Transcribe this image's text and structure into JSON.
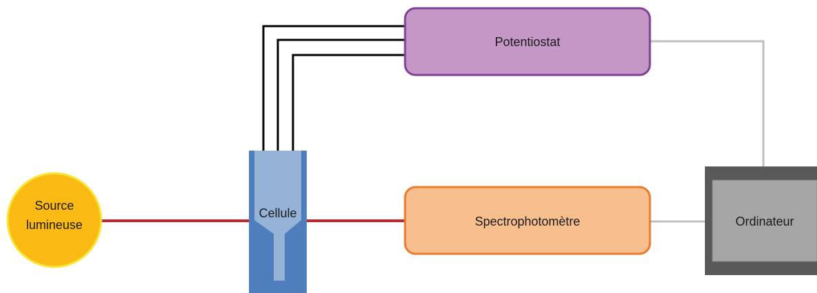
{
  "diagram": {
    "nodes": {
      "source": {
        "line1": "Source",
        "line2": "lumineuse"
      },
      "cellule": {
        "label": "Cellule"
      },
      "potentiostat": {
        "label": "Potentiostat"
      },
      "spectro": {
        "label": "Spectrophotomètre"
      },
      "ordinateur": {
        "label": "Ordinateur"
      }
    },
    "connections": [
      {
        "from": "source",
        "to": "cellule",
        "kind": "light-path"
      },
      {
        "from": "cellule",
        "to": "spectrophotometre",
        "kind": "light-path"
      },
      {
        "from": "cellule",
        "to": "potentiostat",
        "kind": "electrode-wire",
        "count": 3
      },
      {
        "from": "potentiostat",
        "to": "ordinateur",
        "kind": "data-link"
      },
      {
        "from": "spectrophotometre",
        "to": "ordinateur",
        "kind": "data-link"
      }
    ],
    "colors": {
      "source_fill": "#FBBA13",
      "source_stroke": "#F5E63A",
      "cell_outer": "#4F7EBD",
      "cell_inner": "#95B3D7",
      "potentiostat_fill": "#C497C7",
      "potentiostat_stroke": "#7E3F95",
      "spectro_fill": "#F8BF8E",
      "spectro_stroke": "#EC7A2C",
      "ordinateur_frame": "#595959",
      "ordinateur_screen": "#A6A6A6",
      "light_path": "#C0262C",
      "electrode_wire": "#000000",
      "data_link": "#BFBFBF"
    }
  }
}
